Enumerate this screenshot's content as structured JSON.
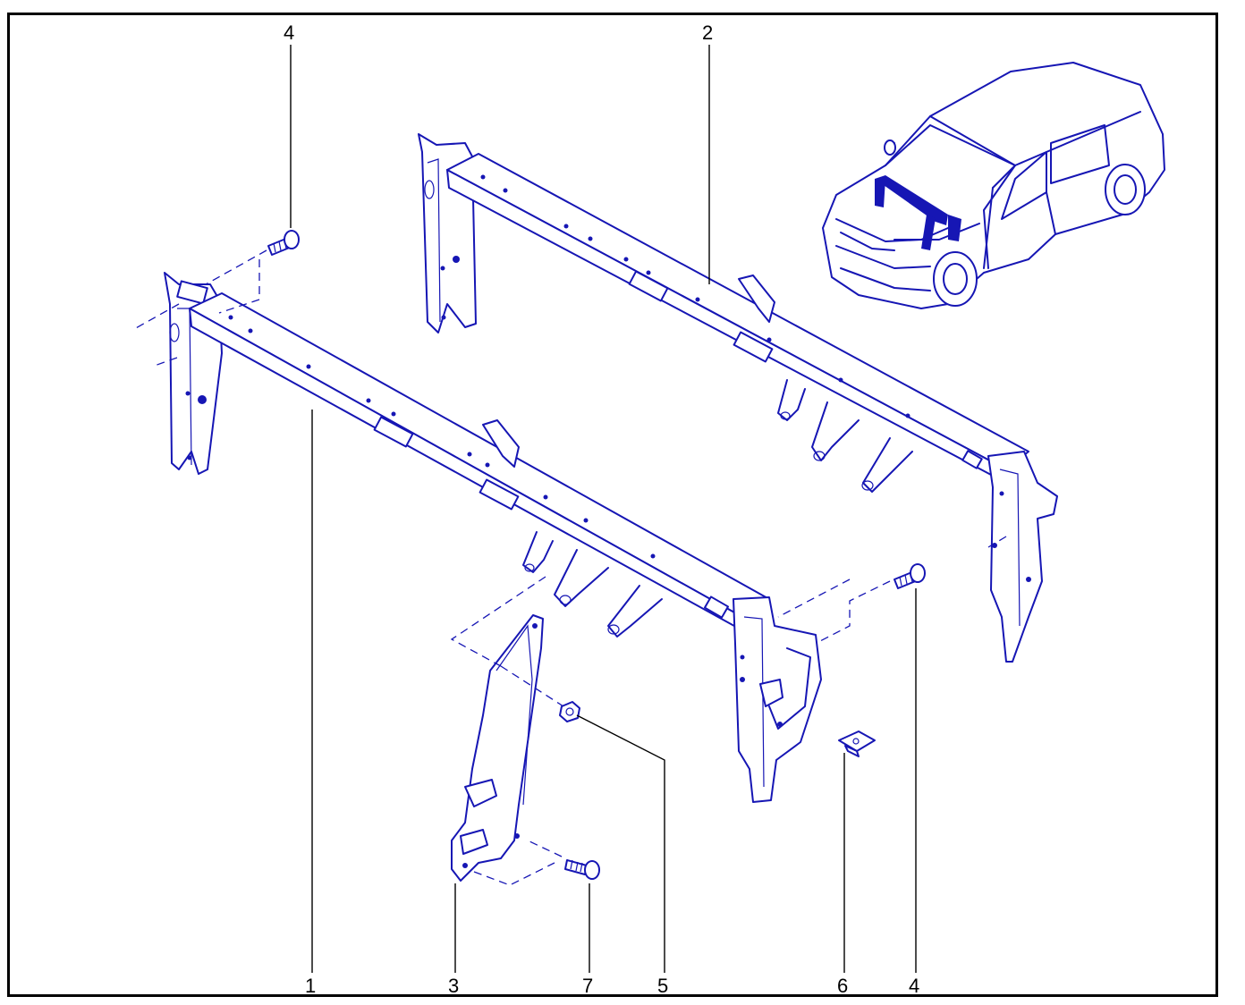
{
  "colors": {
    "line": "#1616b4",
    "frame": "#000000",
    "background": "#ffffff"
  },
  "callouts": {
    "c1": "1",
    "c2": "2",
    "c3": "3",
    "c4_top": "4",
    "c4_right": "4",
    "c5": "5",
    "c6": "6",
    "c7": "7"
  },
  "icons": {
    "car": "car-overview-icon",
    "beam_front": "cross-beam-icon",
    "beam_rear": "cross-beam-icon",
    "bracket": "support-bracket-icon",
    "bolt": "bolt-icon",
    "nut": "nut-icon",
    "clip": "clip-nut-icon"
  }
}
